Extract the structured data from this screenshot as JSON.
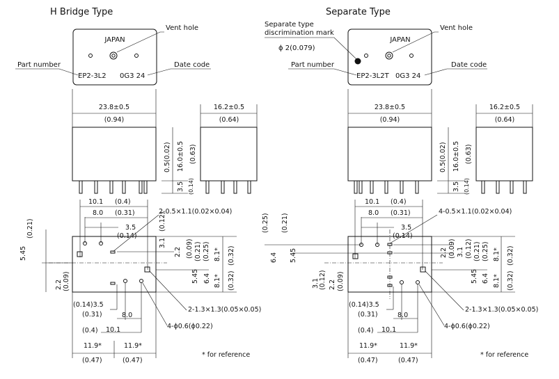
{
  "left": {
    "title": "H Bridge Type",
    "marking_country": "JAPAN",
    "vent_hole_label": "Vent hole",
    "part_number_label": "Part number",
    "date_code_label": "Date code",
    "part_text": "EP2-3L2",
    "date_text": "0G3  24",
    "dims": {
      "w_main": "23.8±0.5",
      "w_main_in": "(0.94)",
      "w_side": "16.2±0.5",
      "w_side_in": "(0.64)",
      "h_a": "0.5(0.02)",
      "h_b": "16.0±0.5",
      "h_b_in": "(0.63)",
      "h_c": "3.5",
      "h_c_in": "(0.14)",
      "d10_1": "10.1",
      "d10_1_in": "(0.4)",
      "d8_0": "8.0",
      "d8_0_in": "(0.31)",
      "d3_5": "3.5",
      "d3_5_in": "(0.14)",
      "slot": "2-0.5×1.1(0.02×0.04)",
      "r3_1": "3.1",
      "r3_1_in": "(0.12)",
      "r2_2": "2.2",
      "r2_2_in": "(0.09)",
      "r5_45": "5.45",
      "r5_45_in": "(0.21)",
      "r6_4": "6.4",
      "r6_4_in": "(0.25)",
      "r8_1a": "8.1*",
      "r8_1a_in": "(0.32)",
      "r8_1b": "8.1*",
      "r8_1b_in": "(0.32)",
      "l5_45": "5.45",
      "l5_45_in": "(0.21)",
      "l2_2": "2.2",
      "l2_2_in": "(0.09)",
      "b3_5": "(0.14)3.5",
      "b3_5_in": "(0.31)",
      "b8_0": "8.0",
      "b10_1_in": "(0.4)",
      "b10_1": "10.1",
      "pad": "2-1.3×1.3(0.05×0.05)",
      "hole": "4-ϕ0.6(ϕ0.22)",
      "w11_9a": "11.9*",
      "w11_9b": "11.9*",
      "w11_9a_in": "(0.47)",
      "w11_9b_in": "(0.47)"
    },
    "footnote": "* for reference"
  },
  "right": {
    "title": "Separate Type",
    "marking_country": "JAPAN",
    "vent_hole_label": "Vent hole",
    "mark_label_1": "Separate type",
    "mark_label_2": "discrimination mark",
    "mark_dia": "ϕ 2(0.079)",
    "part_number_label": "Part number",
    "date_code_label": "Date code",
    "part_text": "EP2-3L2T",
    "date_text": "0G3  24",
    "dims": {
      "w_main": "23.8±0.5",
      "w_main_in": "(0.94)",
      "w_side": "16.2±0.5",
      "w_side_in": "(0.64)",
      "h_a": "0.5(0.02)",
      "h_b": "16.0±0.5",
      "h_b_in": "(0.63)",
      "h_c": "3.5",
      "h_c_in": "(0.14)",
      "d10_1": "10.1",
      "d10_1_in": "(0.4)",
      "d8_0": "8.0",
      "d8_0_in": "(0.31)",
      "d3_5": "3.5",
      "d3_5_in": "(0.14)",
      "slot": "4-0.5×1.1(0.02×0.04)",
      "l0_25": "(0.25)",
      "l6_4": "6.4",
      "l0_21": "(0.21)",
      "l5_45": "5.45",
      "r2_2": "2.2",
      "r2_2_in": "(0.09)",
      "r3_1": "3.1",
      "r3_1_in": "(0.12)",
      "r0_21": "(0.21)",
      "r0_25": "(0.25)",
      "r5_45": "5.45",
      "r6_4": "6.4",
      "r8_1a": "8.1*",
      "r8_1a_in": "(0.32)",
      "r8_1b": "8.1*",
      "r8_1b_in": "(0.32)",
      "l3_1": "3.1",
      "l3_1_in": "(0.12)",
      "l2_2": "2.2",
      "l2_2_in": "(0.09)",
      "b3_5": "(0.14)3.5",
      "b3_5_in": "(0.31)",
      "b8_0": "8.0",
      "b10_1_in": "(0.4)",
      "b10_1": "10.1",
      "pad": "2-1.3×1.3(0.05×0.05)",
      "hole": "4-ϕ0.6(ϕ0.22)",
      "w11_9a": "11.9*",
      "w11_9b": "11.9*",
      "w11_9a_in": "(0.47)",
      "w11_9b_in": "(0.47)"
    },
    "footnote": "* for reference"
  }
}
